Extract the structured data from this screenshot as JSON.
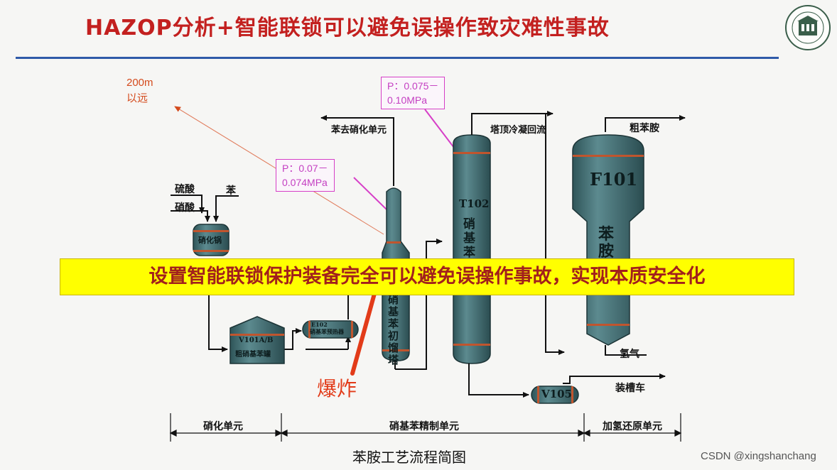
{
  "slide": {
    "title": "HAZOP分析+智能联锁可以避免误操作致灾难性事故",
    "banner": "设置智能联锁保护装备完全可以避免误操作事故，实现本质安全化",
    "caption": "苯胺工艺流程简图",
    "watermark": "CSDN @xingshanchang"
  },
  "diagram": {
    "annotations": {
      "distance_line1": "200m",
      "distance_line2": "以远",
      "pressure_left_line1": "P：0.07－",
      "pressure_left_line2": "0.074MPa",
      "pressure_right_line1": "P：0.075－",
      "pressure_right_line2": "0.10MPa",
      "explosion": "爆炸"
    },
    "streams": {
      "sulfuric_acid": "硫酸",
      "nitric_acid": "硝酸",
      "benzene": "苯",
      "to_nitration": "苯去硝化单元",
      "overhead_reflux": "塔顶冷凝回流",
      "crude_aniline": "粗苯胺",
      "hydrogen": "氢气",
      "tank_truck": "装槽车"
    },
    "equipment": {
      "nitrator": "硝化锅",
      "v101_line1": "V101A/B",
      "v101_line2": "粗硝基苯罐",
      "e102_line1": "E102",
      "e102_line2": "硝基苯预热器",
      "primary_column": "硝基苯初馏塔",
      "t102_tag": "T102",
      "t102_name": "硝基苯",
      "f101_tag": "F101",
      "f101_name": "苯胺",
      "v105_tag": "V105"
    },
    "units": {
      "nitration": "硝化单元",
      "refining": "硝基苯精制单元",
      "hydrogenation": "加氢还原单元"
    },
    "colors": {
      "title": "#c3201f",
      "vessel": "#3e6b70",
      "banner": "#ffff00",
      "annotation_box": "#d63fc7",
      "explosion": "#e23b19"
    }
  }
}
